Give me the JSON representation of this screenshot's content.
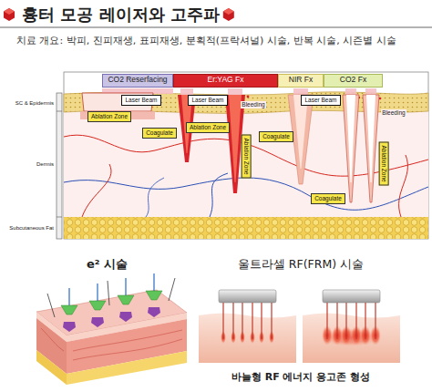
{
  "diagram": {
    "title": "흉터 모공 레이저와 고주파",
    "nodes": [
      {
        "text": [
          "CO2 Reserfacing"
        ]
      },
      {
        "text": [
          "Er:YAG Fx"
        ]
      },
      {
        "text": [
          "NIR Fx"
        ]
      },
      {
        "text": [
          "CO2 Fx"
        ]
      },
      {
        "text": [
          "Laser Beam"
        ]
      },
      {
        "text": [
          "Laser Beam"
        ]
      },
      {
        "text": [
          "Laser Beam"
        ]
      },
      {
        "text": [
          "Ablation Zone"
        ]
      },
      {
        "text": [
          "Ablation Zone"
        ]
      },
      {
        "text": [
          "Coagulate"
        ]
      },
      {
        "text": [
          "Coagulate"
        ]
      },
      {
        "text": [
          "Ablation Zone"
        ]
      },
      {
        "text": [
          "Ablation Zone"
        ]
      },
      {
        "text": [
          "Coagulate"
        ]
      }
    ],
    "labels": [
      "치료 개요: 박피, 진피재생, 표피재생, 분획적(프락셔널) 시술, 반복 시술, 시즌별 시술",
      "Bleeding",
      "Bleeding",
      "SC & Epidermis",
      "Dermis",
      "Subcutaneous Fat",
      "e² 시술",
      "울트라셀 RF(FRM) 시술",
      "바늘형 RF 에너지 응고존 형성"
    ]
  }
}
